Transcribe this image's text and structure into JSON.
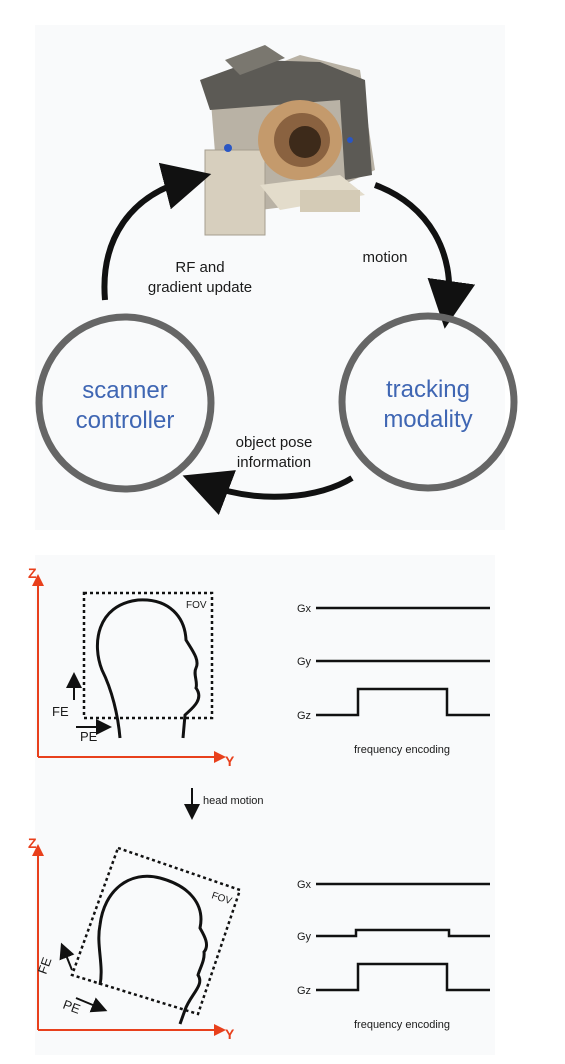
{
  "loop": {
    "rf_update": [
      "RF and",
      "gradient update"
    ],
    "motion": "motion",
    "scanner": [
      "scanner",
      "controller"
    ],
    "tracking": [
      "tracking",
      "modality"
    ],
    "pose": [
      "object pose",
      "information"
    ]
  },
  "axes": {
    "z": "Z",
    "y": "Y"
  },
  "panel_labels": {
    "fov": "FOV",
    "fe": "FE",
    "pe": "PE"
  },
  "gradients": {
    "gx": "Gx",
    "gy": "Gy",
    "gz": "Gz"
  },
  "caption_1": "frequency encoding",
  "caption_2": "frequency encoding",
  "transition": "head motion",
  "colors": {
    "accent_blue": "#3f66b3",
    "axis_red": "#e8401c",
    "ring": "#666666"
  }
}
